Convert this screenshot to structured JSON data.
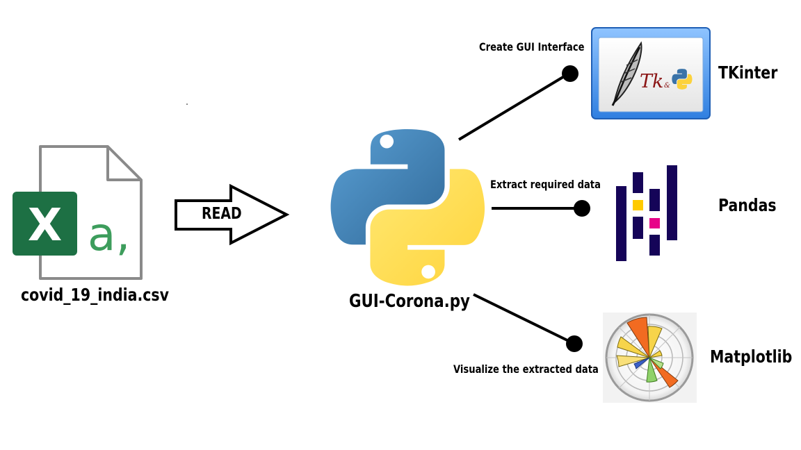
{
  "source_file": {
    "name": "covid_19_india.csv",
    "icon": "excel-csv-icon",
    "excel_letter": "X",
    "csv_glyph": "a,",
    "excel_color": "#1d7044",
    "glyph_color": "#3d9d5c"
  },
  "read_arrow": {
    "label": "READ"
  },
  "script": {
    "name": "GUI-Corona.py",
    "icon": "python-logo-icon",
    "blue": "#3a73a8",
    "yellow": "#fcd23c"
  },
  "libraries": [
    {
      "name": "TKinter",
      "icon": "tkinter-logo-icon",
      "edge_label": "Create GUI Interface",
      "logo_text": "Tk"
    },
    {
      "name": "Pandas",
      "icon": "pandas-logo-icon",
      "edge_label": "Extract required data",
      "navy": "#150458",
      "yellow": "#ffca00",
      "pink": "#e70488"
    },
    {
      "name": "Matplotlib",
      "icon": "matplotlib-logo-icon",
      "edge_label": "Visualize the extracted data",
      "orange": "#f26b21"
    }
  ]
}
